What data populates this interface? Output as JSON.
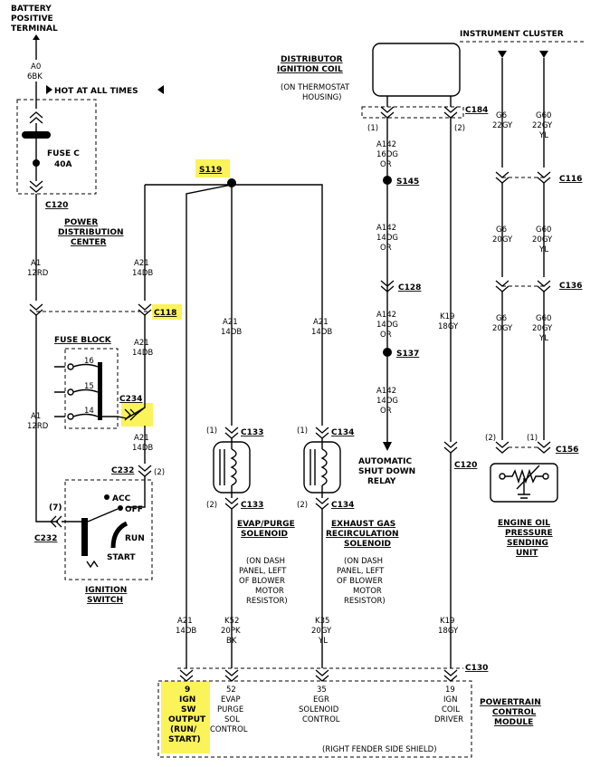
{
  "battery": {
    "line1": "BATTERY",
    "line2": "POSITIVE",
    "line3": "TERMINAL"
  },
  "hot": "HOT AT ALL TIMES",
  "fuse_c": {
    "line1": "FUSE C",
    "line2": "40A"
  },
  "c120": "C120",
  "pdc": {
    "line1": "POWER",
    "line2": "DISTRIBUTION",
    "line3": "CENTER"
  },
  "a0": {
    "line1": "A0",
    "line2": "6BK"
  },
  "a1_top": {
    "line1": "A1",
    "line2": "12RD"
  },
  "a1_bot": {
    "line1": "A1",
    "line2": "12RD"
  },
  "a21_left1": {
    "line1": "A21",
    "line2": "14DB"
  },
  "a21_left2": {
    "line1": "A21",
    "line2": "14DB"
  },
  "a21_left3": {
    "line1": "A21",
    "line2": "14DB"
  },
  "a21_mid1": {
    "line1": "A21",
    "line2": "14DB"
  },
  "a21_mid2": {
    "line1": "A21",
    "line2": "14DB"
  },
  "a21_bottom": {
    "line1": "A21",
    "line2": "14DB"
  },
  "s119": "S119",
  "c118": "C118",
  "fuse_block": "FUSE BLOCK",
  "fuse_nums": {
    "f16": "16",
    "f15": "15",
    "f14": "14"
  },
  "c234": "C234",
  "c232a": "C232",
  "c232b": "C232",
  "pin2_ign": "(2)",
  "pin7_ign": "(7)",
  "ignition": {
    "acc": "ACC",
    "off": "OFF",
    "run": "RUN",
    "start": "START",
    "title1": "IGNITION",
    "title2": "SWITCH"
  },
  "c133": {
    "name": "C133",
    "pin1": "(1)",
    "name2": "C133",
    "pin2": "(2)"
  },
  "evap": {
    "title1": "EVAP/PURGE",
    "title2": "SOLENOID",
    "n1": "(ON DASH",
    "n2": "PANEL, LEFT",
    "n3": "OF BLOWER",
    "n4": "MOTOR",
    "n5": "RESISTOR)"
  },
  "k52": {
    "line1": "K52",
    "line2": "20PK",
    "line3": "BK"
  },
  "c134": {
    "name": "C134",
    "pin1": "(1)",
    "name2": "C134",
    "pin2": "(2)"
  },
  "egr": {
    "title1": "EXHAUST GAS",
    "title2": "RECIRCULATION",
    "title3": "SOLENOID",
    "n1": "(ON DASH",
    "n2": "PANEL, LEFT",
    "n3": "OF BLOWER",
    "n4": "MOTOR",
    "n5": "RESISTOR)"
  },
  "k35": {
    "line1": "K35",
    "line2": "20GY",
    "line3": "YL"
  },
  "coil": {
    "title1": "DISTRIBUTOR",
    "title2": "IGNITION COIL",
    "n1": "(ON THERMOSTAT",
    "n2": "HOUSING)"
  },
  "c184": {
    "name": "C184",
    "pin1": "(1)",
    "pin2": "(2)"
  },
  "a142_1": {
    "line1": "A142",
    "line2": "16DG",
    "line3": "OR"
  },
  "a142_2": {
    "line1": "A142",
    "line2": "14DG",
    "line3": "OR"
  },
  "a142_3": {
    "line1": "A142",
    "line2": "14DG",
    "line3": "OR"
  },
  "a142_4": {
    "line1": "A142",
    "line2": "14DG",
    "line3": "OR"
  },
  "s145": "S145",
  "c128": "C128",
  "s137": "S137",
  "asd": {
    "line1": "AUTOMATIC",
    "line2": "SHUT DOWN",
    "line3": "RELAY"
  },
  "k19_1": {
    "line1": "K19",
    "line2": "18GY"
  },
  "k19_2": {
    "line1": "K19",
    "line2": "18GY"
  },
  "c120b": "C120",
  "cluster": "INSTRUMENT CLUSTER",
  "g6_1": {
    "line1": "G6",
    "line2": "22GY"
  },
  "g60_1": {
    "line1": "G60",
    "line2": "22GY",
    "line3": "YL"
  },
  "c116": "C116",
  "g6_2": {
    "line1": "G6",
    "line2": "20GY"
  },
  "g60_2": {
    "line1": "G60",
    "line2": "20GY",
    "line3": "YL"
  },
  "c136": "C136",
  "g6_3": {
    "line1": "G6",
    "line2": "20GY"
  },
  "g60_3": {
    "line1": "G60",
    "line2": "20GY",
    "line3": "YL"
  },
  "c156": {
    "name": "C156",
    "pin2": "(2)",
    "pin1": "(1)"
  },
  "oil": {
    "line1": "ENGINE OIL",
    "line2": "PRESSURE",
    "line3": "SENDING",
    "line4": "UNIT"
  },
  "c130": "C130",
  "pcm": {
    "line1": "POWERTRAIN",
    "line2": "CONTROL",
    "line3": "MODULE"
  },
  "pin9": {
    "line1": "9",
    "line2": "IGN",
    "line3": "SW",
    "line4": "OUTPUT",
    "line5": "(RUN/",
    "line6": "START)"
  },
  "pin52": {
    "line1": "52",
    "line2": "EVAP",
    "line3": "PURGE",
    "line4": "SOL",
    "line5": "CONTROL"
  },
  "pin35": {
    "line1": "35",
    "line2": "EGR",
    "line3": "SOLENOID",
    "line4": "CONTROL"
  },
  "pin19": {
    "line1": "19",
    "line2": "IGN",
    "line3": "COIL",
    "line4": "DRIVER"
  },
  "shield": "(RIGHT FENDER SIDE SHIELD)",
  "colors": {
    "highlight": "#fbf35a",
    "ink": "#000000"
  }
}
